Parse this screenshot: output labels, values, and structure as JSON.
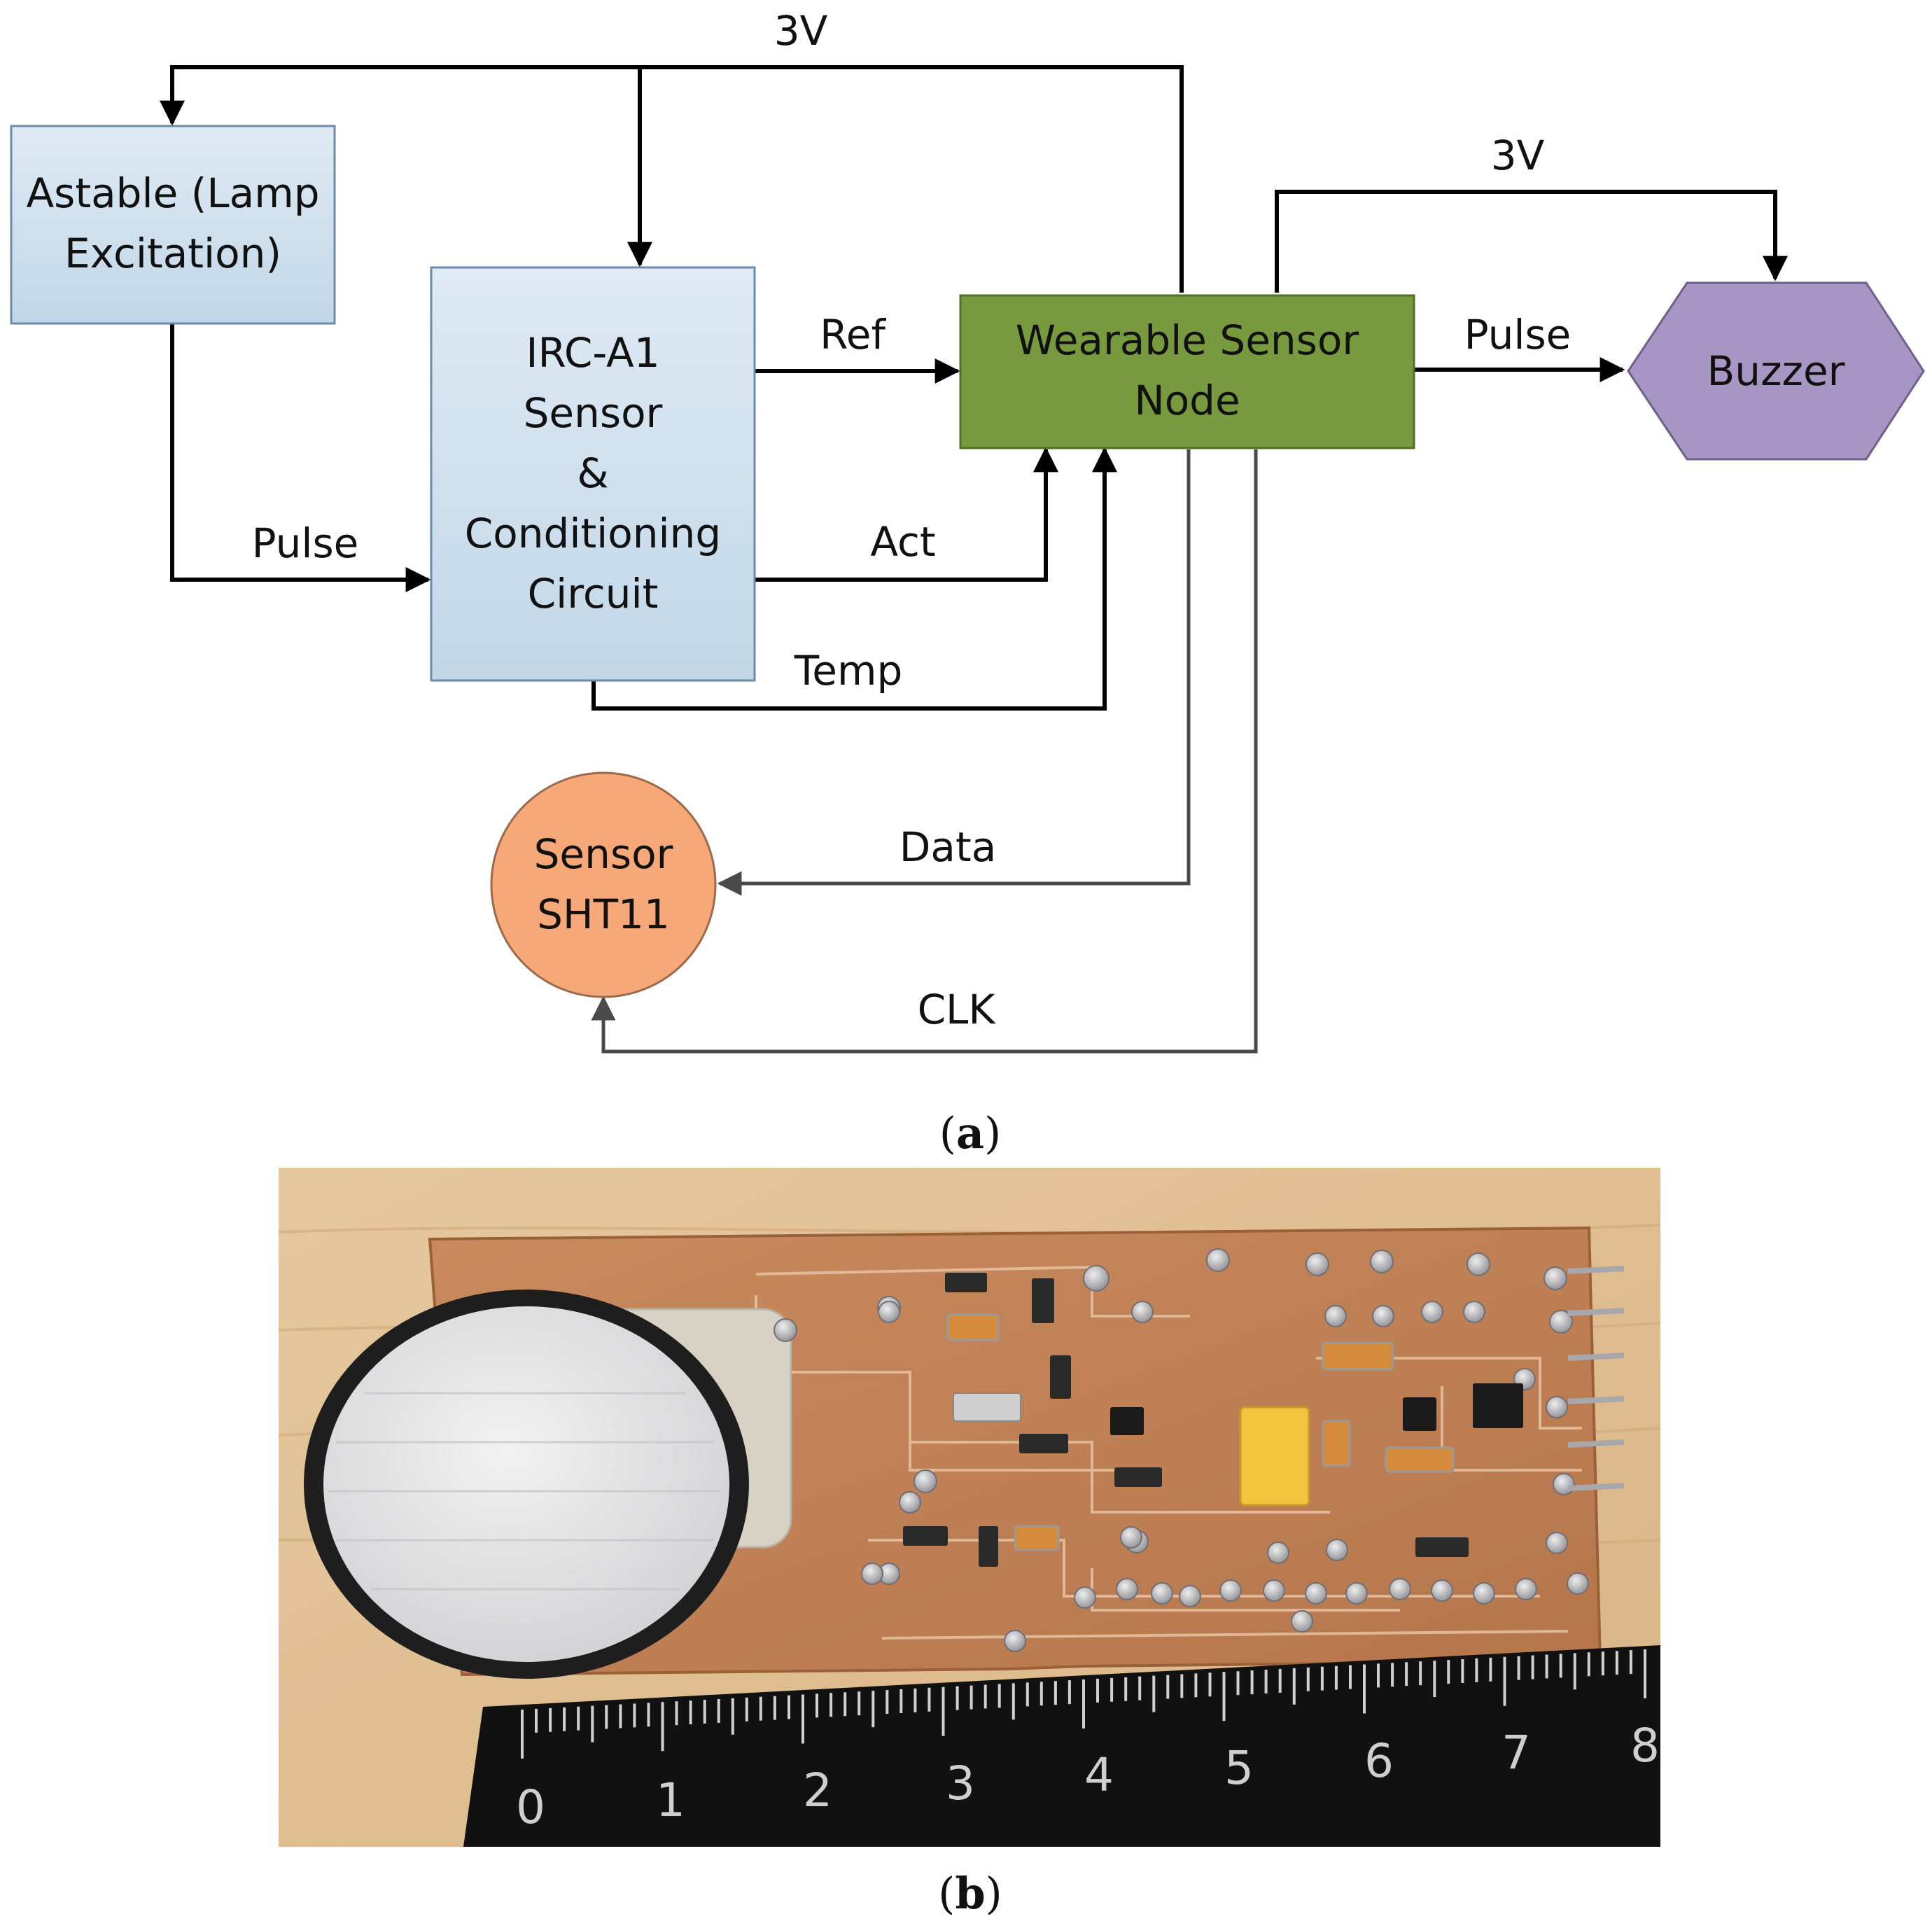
{
  "panel_a": {
    "blocks": {
      "astable": [
        "Astable (Lamp",
        "Excitation)"
      ],
      "irc": [
        "IRC-A1",
        "Sensor",
        "&",
        "Conditioning",
        "Circuit"
      ],
      "node": [
        "Wearable Sensor",
        "Node"
      ],
      "buzzer": "Buzzer",
      "sht11": [
        "Sensor",
        "SHT11"
      ]
    },
    "signals": {
      "top_supply": "3V",
      "buzzer_supply": "3V",
      "lamp_pulse": "Pulse",
      "ref": "Ref",
      "act": "Act",
      "temp": "Temp",
      "buzzer_pulse": "Pulse",
      "data": "Data",
      "clk": "CLK"
    },
    "caption_letter": "a"
  },
  "panel_b": {
    "ruler_numbers": [
      "0",
      "1",
      "2",
      "3",
      "4",
      "5",
      "6",
      "7",
      "8"
    ],
    "caption_letter": "b"
  }
}
